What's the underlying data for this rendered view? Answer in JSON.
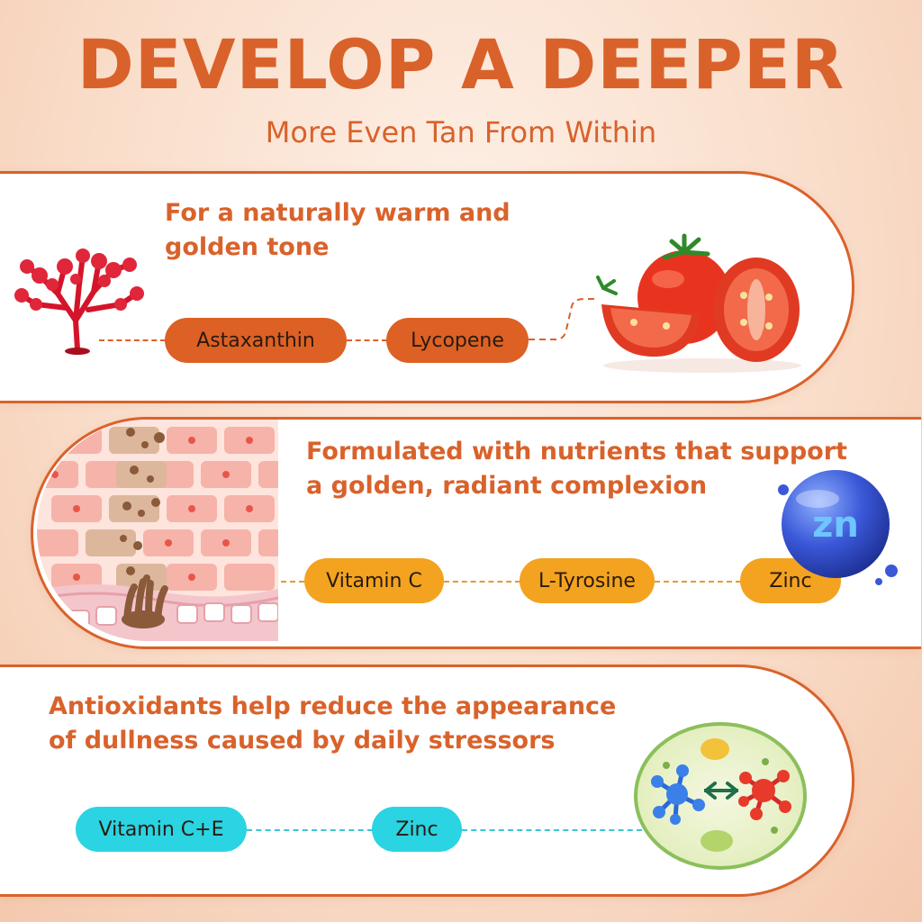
{
  "headline": "DEVELOP A DEEPER",
  "subheadline": "More Even Tan From Within",
  "sections": [
    {
      "text_line1": "For a naturally warm and",
      "text_line2": "golden tone",
      "ingredients": [
        "Astaxanthin",
        "Lycopene"
      ],
      "illustrations": [
        "red-coral-icon",
        "tomato-icon"
      ]
    },
    {
      "text_line1": "Formulated with nutrients that support",
      "text_line2": "a golden, radiant complexion",
      "ingredients": [
        "Vitamin C",
        "L-Tyrosine",
        "Zinc"
      ],
      "illustrations": [
        "skin-cells-melanin-icon",
        "zinc-sphere-icon"
      ],
      "zinc_symbol": "zn"
    },
    {
      "text_line1": "Antioxidants help reduce the appearance",
      "text_line2": "of dullness caused by daily stressors",
      "ingredients": [
        "Vitamin C+E",
        "Zinc"
      ],
      "illustrations": [
        "antioxidant-cell-icon"
      ]
    }
  ],
  "colors": {
    "brand_orange": "#d9622b",
    "pill_orange": "#dd6124",
    "pill_amber": "#f3a31f",
    "pill_cyan": "#2ad4e2"
  }
}
